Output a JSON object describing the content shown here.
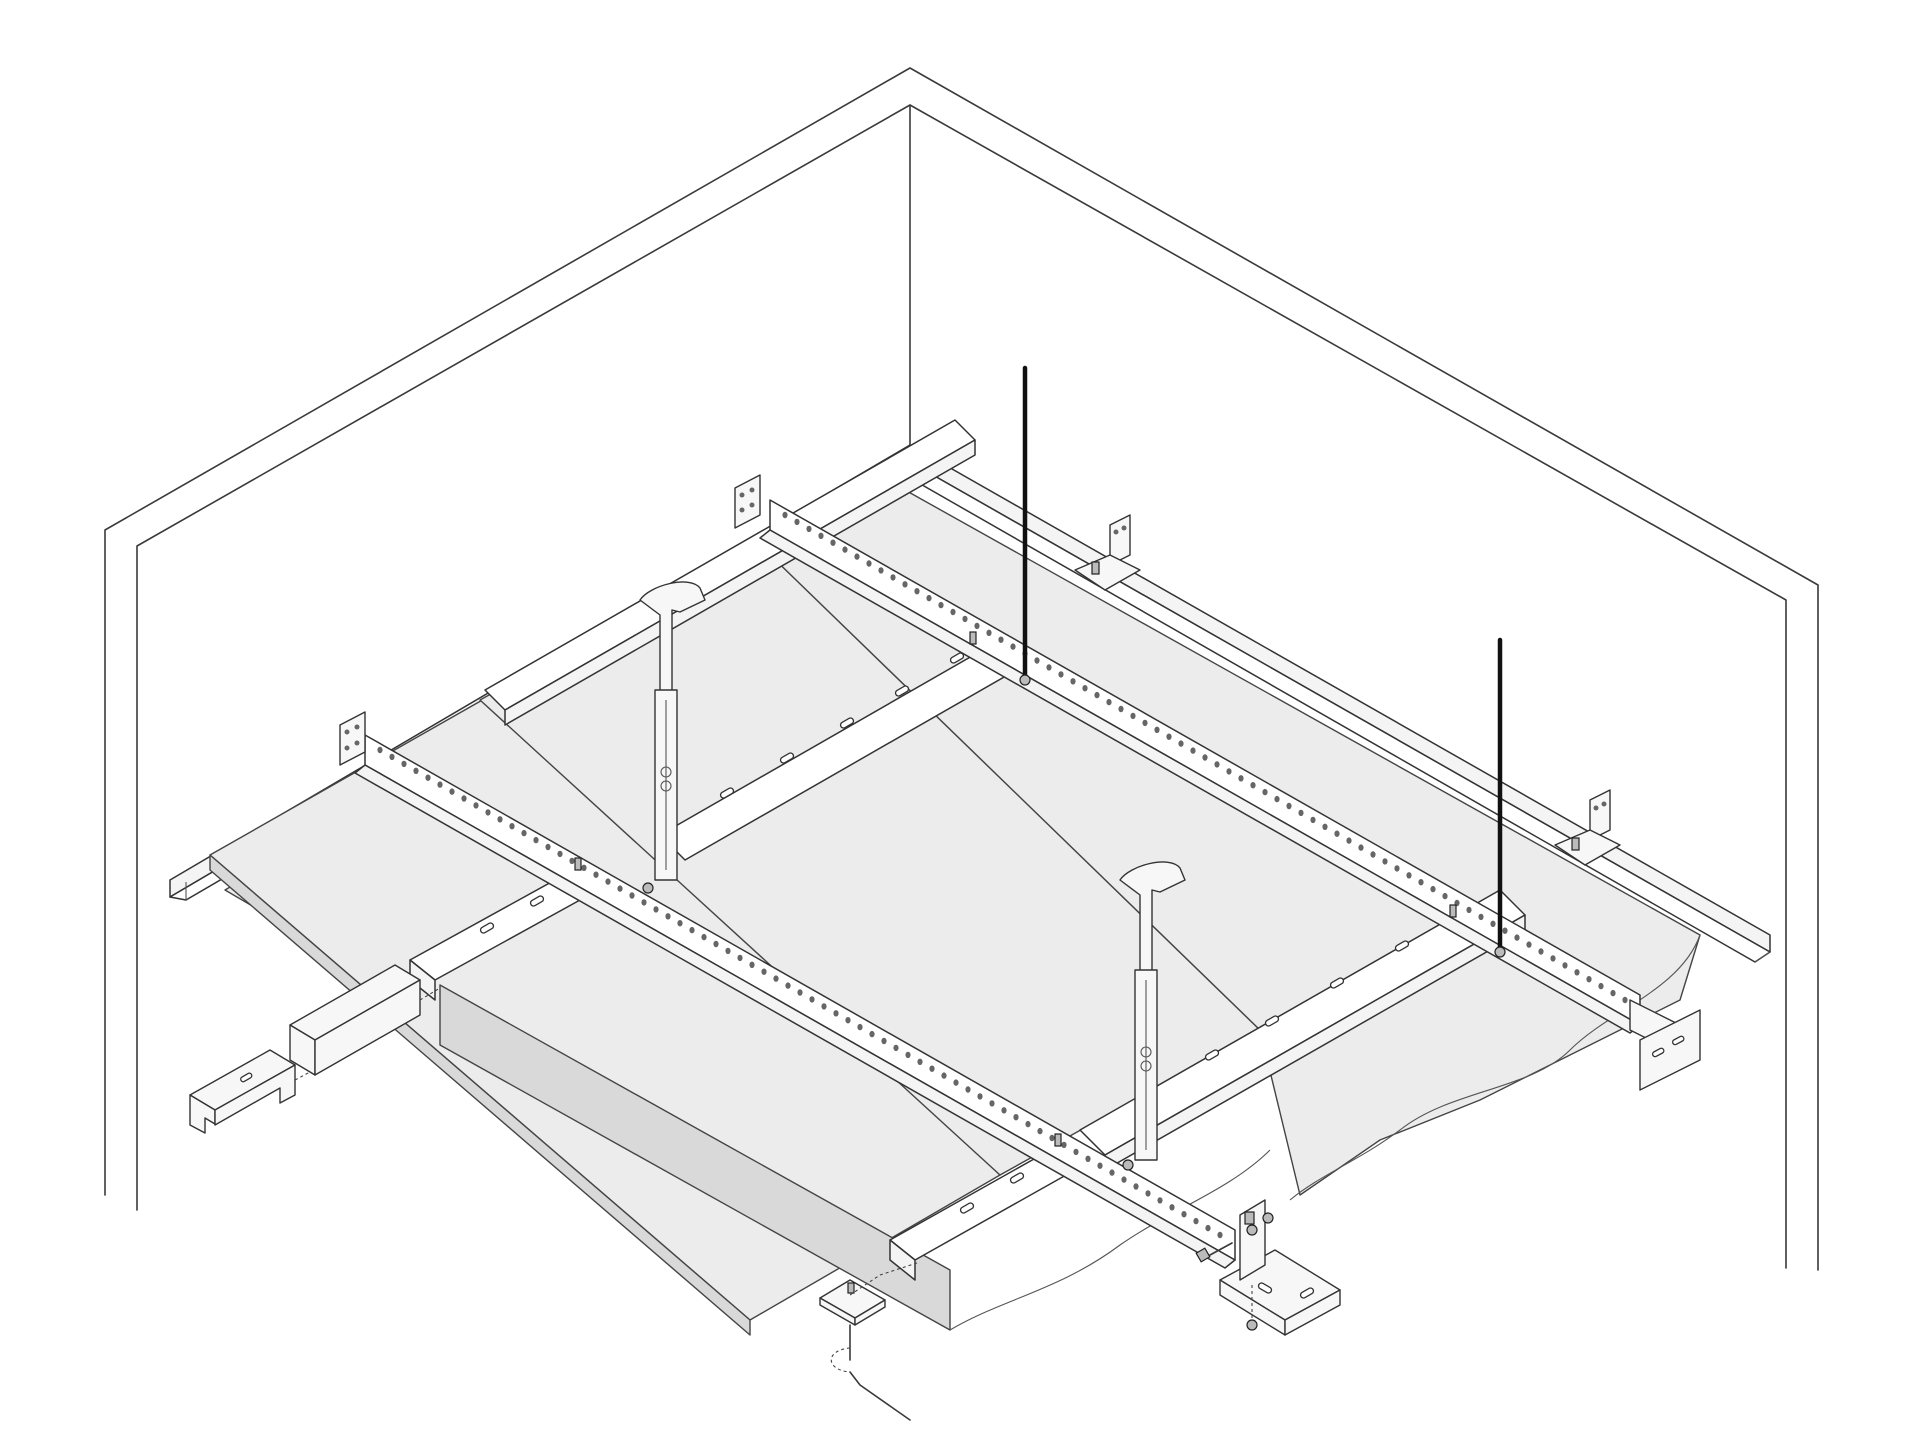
{
  "diagram": {
    "kind": "isometric ceiling suspension system",
    "components": [
      {
        "name": "room-walls",
        "icon": "wall-outline-icon"
      },
      {
        "name": "ceiling-panels",
        "icon": "panel-icon"
      },
      {
        "name": "perforated-carrier-rails",
        "icon": "perforated-rail-icon"
      },
      {
        "name": "threaded-hanger-rods",
        "icon": "rod-icon"
      },
      {
        "name": "adjustable-hangers",
        "icon": "hanger-icon"
      },
      {
        "name": "wall-angle-trim",
        "icon": "angle-trim-icon"
      },
      {
        "name": "channel-splice-connectors",
        "icon": "channel-connector-icon"
      },
      {
        "name": "end-clip-and-wire",
        "icon": "clip-icon"
      },
      {
        "name": "corner-bracket-assembly",
        "icon": "bracket-icon"
      }
    ],
    "colors": {
      "line": "#3a3a3a",
      "panel_fill": "#ececec",
      "rod": "#111111",
      "background": "#ffffff"
    }
  }
}
